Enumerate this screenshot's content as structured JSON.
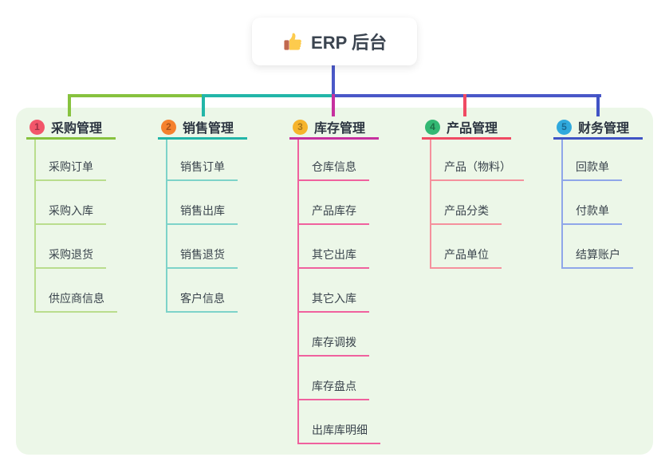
{
  "root": {
    "label": "ERP 后台",
    "icon": "thumbs-up-icon",
    "connector_color": "#4a58c8"
  },
  "canvas": {
    "background": "#ecf7e8"
  },
  "branches": [
    {
      "badge": "1",
      "label": "采购管理",
      "color": "#87c23e",
      "light": "#b9dd8d",
      "badge_bg": "#f2566a",
      "badge_fg": "#9e3145",
      "children": [
        "采购订单",
        "采购入库",
        "采购退货",
        "供应商信息"
      ]
    },
    {
      "badge": "2",
      "label": "销售管理",
      "color": "#22b6a8",
      "light": "#7dd3c9",
      "badge_bg": "#f5812e",
      "badge_fg": "#a8511a",
      "children": [
        "销售订单",
        "销售出库",
        "销售退货",
        "客户信息"
      ]
    },
    {
      "badge": "3",
      "label": "库存管理",
      "color": "#c6309f",
      "light": "#f0619e",
      "badge_bg": "#f6b42c",
      "badge_fg": "#a8761a",
      "children": [
        "仓库信息",
        "产品库存",
        "其它出库",
        "其它入库",
        "库存调拨",
        "库存盘点",
        "出库库明细"
      ]
    },
    {
      "badge": "4",
      "label": "产品管理",
      "color": "#f04a63",
      "light": "#f5919d",
      "badge_bg": "#33b873",
      "badge_fg": "#1d7046",
      "children": [
        "产品（物料）",
        "产品分类",
        "产品单位"
      ]
    },
    {
      "badge": "5",
      "label": "财务管理",
      "color": "#4053c5",
      "light": "#8fa6e9",
      "badge_bg": "#30a9dd",
      "badge_fg": "#1a6a93",
      "children": [
        "回款单",
        "付款单",
        "结算账户"
      ]
    }
  ]
}
